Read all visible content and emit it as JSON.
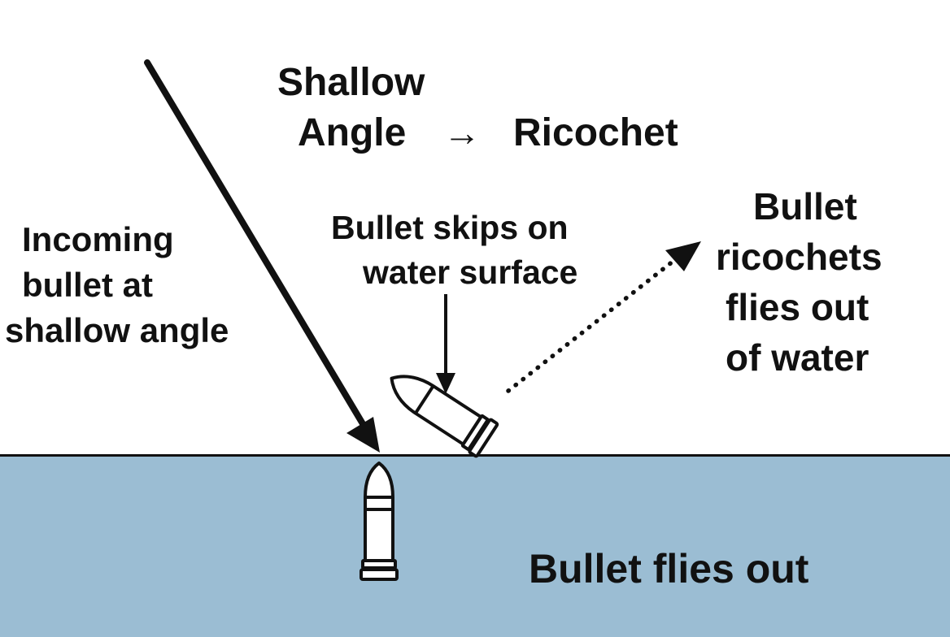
{
  "colors": {
    "water": "#9bbdd3",
    "ink": "#111111",
    "air": "#ffffff",
    "bullet_fill": "#ffffff"
  },
  "title": {
    "line1": "Shallow",
    "line2_left": "Angle",
    "line2_arrow": "→",
    "line2_right": "Ricochet"
  },
  "labels": {
    "incoming": [
      "Incoming",
      "bullet at",
      "shallow angle"
    ],
    "skips": [
      "Bullet skips on",
      "water surface"
    ],
    "ricochets": [
      "Bullet",
      "ricochets",
      "flies out",
      "of water"
    ],
    "flies_out": "Bullet flies out"
  }
}
